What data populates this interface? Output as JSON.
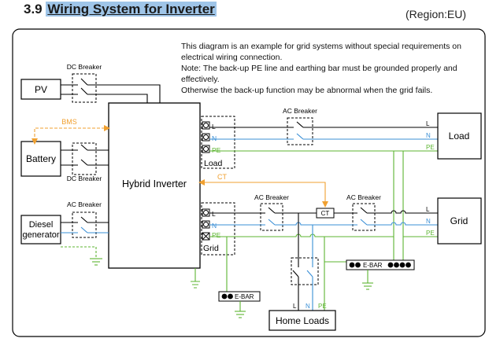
{
  "header": {
    "section_number": "3.9",
    "title": "Wiring System for Inverter",
    "region": "(Region:EU)"
  },
  "notes": [
    "This diagram is an example for grid systems without special requirements on",
    "electrical wiring connection.",
    "Note: The back-up PE line and earthing bar must be grounded properly and",
    "effectively.",
    "Otherwise the back-up function may be abnormal when the grid fails."
  ],
  "components": {
    "pv": "PV",
    "battery": "Battery",
    "diesel_line1": "Diesel",
    "diesel_line2": "generator",
    "inverter": "Hybrid Inverter",
    "load": "Load",
    "grid": "Grid",
    "home_loads": "Home Loads"
  },
  "breakers": {
    "dc_breaker_pv": "DC Breaker",
    "dc_breaker_battery": "DC Breaker",
    "ac_breaker_diesel": "AC Breaker",
    "ac_breaker_load": "AC Breaker",
    "ac_breaker_grid_1": "AC Breaker",
    "ac_breaker_grid_2": "AC Breaker"
  },
  "ports": {
    "load_port": "Load",
    "grid_port": "Grid"
  },
  "signals": {
    "bms": "BMS",
    "ct_top": "CT",
    "ct_box": "CT"
  },
  "terminals": {
    "l": "L",
    "n": "N",
    "pe": "PE"
  },
  "ebar": {
    "main": "E-BAR",
    "inverter": "E-BAR"
  },
  "colors": {
    "line": "#000000",
    "neutral": "#3a8fd6",
    "pe": "#5cb531",
    "signal": "#f0a030"
  }
}
